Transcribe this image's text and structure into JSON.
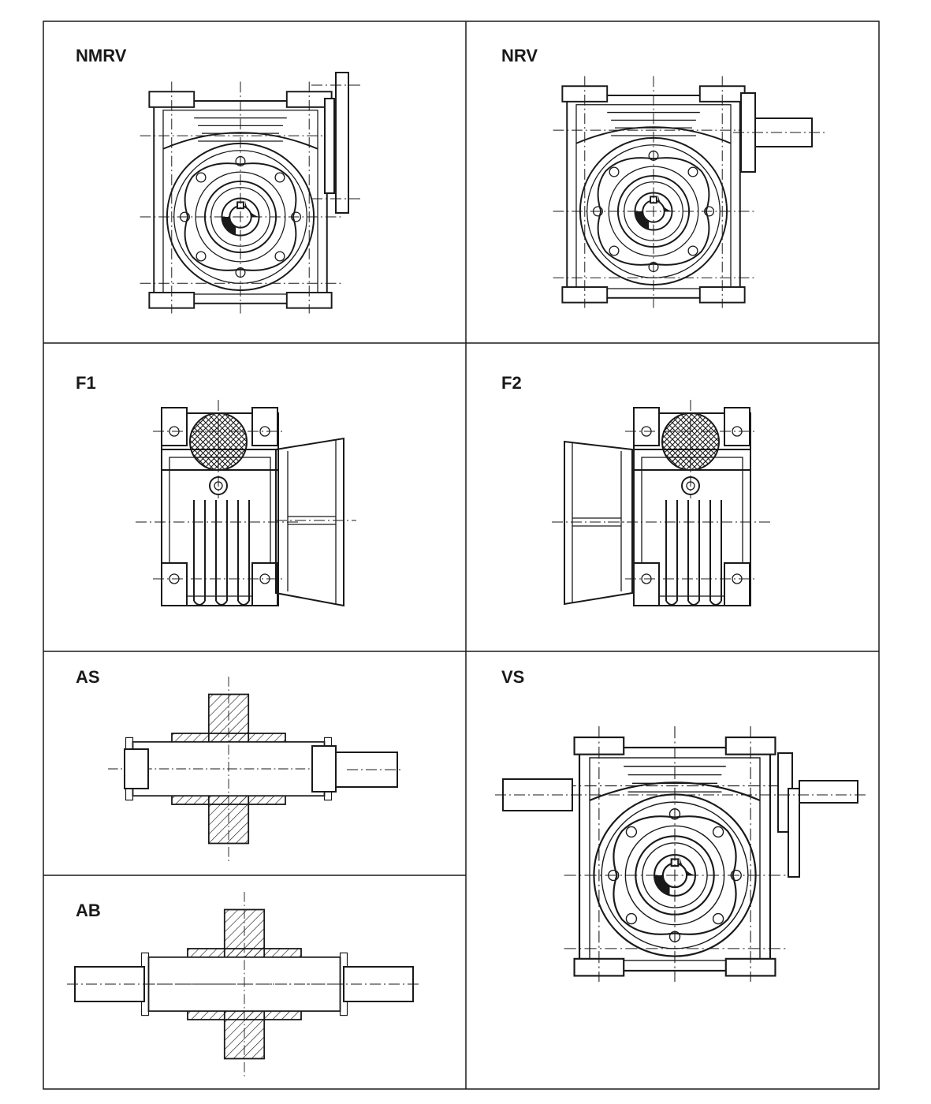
{
  "panels": [
    {
      "id": "nmrv",
      "label": "NMRV"
    },
    {
      "id": "nrv",
      "label": "NRV"
    },
    {
      "id": "f1",
      "label": "F1"
    },
    {
      "id": "f2",
      "label": "F2"
    },
    {
      "id": "as",
      "label": "AS"
    },
    {
      "id": "vs",
      "label": "VS"
    },
    {
      "id": "ab",
      "label": "AB"
    }
  ],
  "colors": {
    "line": "#1a1a1a",
    "background": "#ffffff"
  }
}
